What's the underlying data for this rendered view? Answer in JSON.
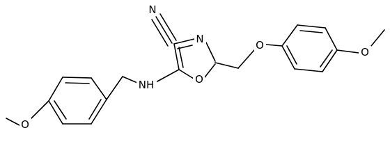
{
  "molecule": {
    "atoms": {
      "n_nitrile": "N",
      "n_ring": "N",
      "o_ring": "O",
      "o_ether": "O",
      "o_methoxy_right": "O",
      "nh": "NH",
      "o_methoxy_left": "O"
    }
  }
}
